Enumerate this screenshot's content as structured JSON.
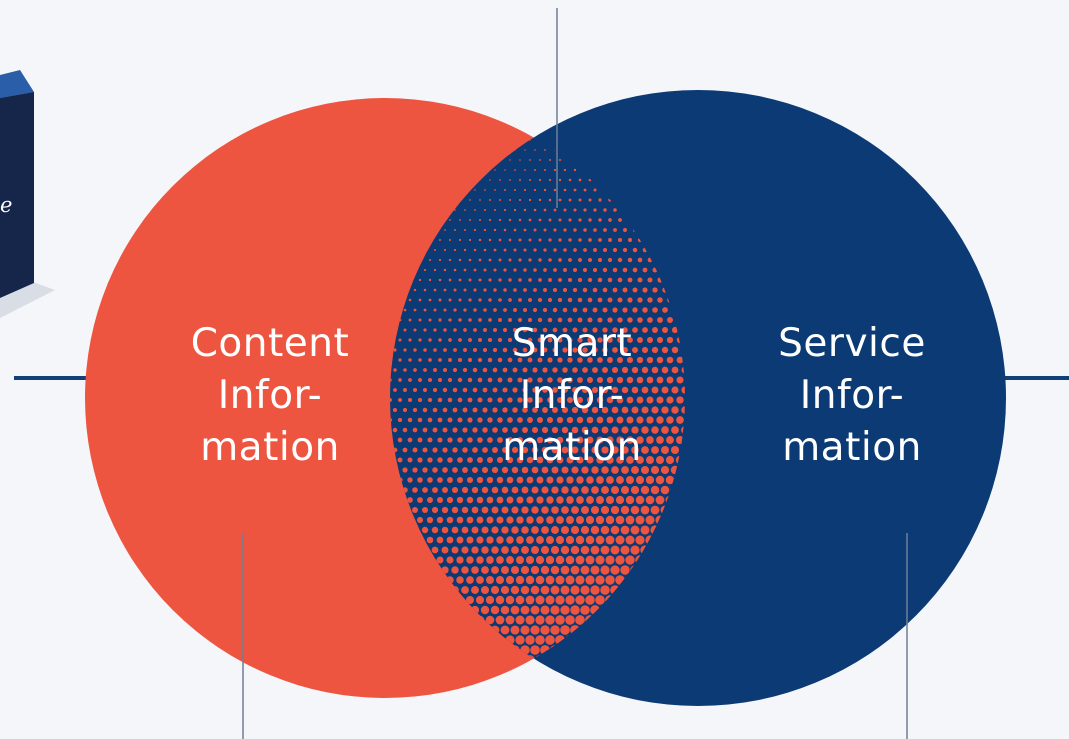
{
  "colors": {
    "background": "#f4f6fa",
    "left_circle": "#ee5540",
    "right_circle": "#0b3a74",
    "connector_lines": "#6f7f95",
    "axis_line": "#103f79",
    "cube_front": "#16264a",
    "cube_top": "#2f69b5",
    "cube_shadow": "#d9dde5"
  },
  "circles": [
    {
      "id": "content",
      "label_lines": [
        "Content",
        "Infor-",
        "mation"
      ]
    },
    {
      "id": "smart",
      "label_lines": [
        "Smart",
        "Infor-",
        "mation"
      ]
    },
    {
      "id": "service",
      "label_lines": [
        "Service",
        "Infor-",
        "mation"
      ]
    }
  ],
  "cube": {
    "visible_text": "e"
  }
}
